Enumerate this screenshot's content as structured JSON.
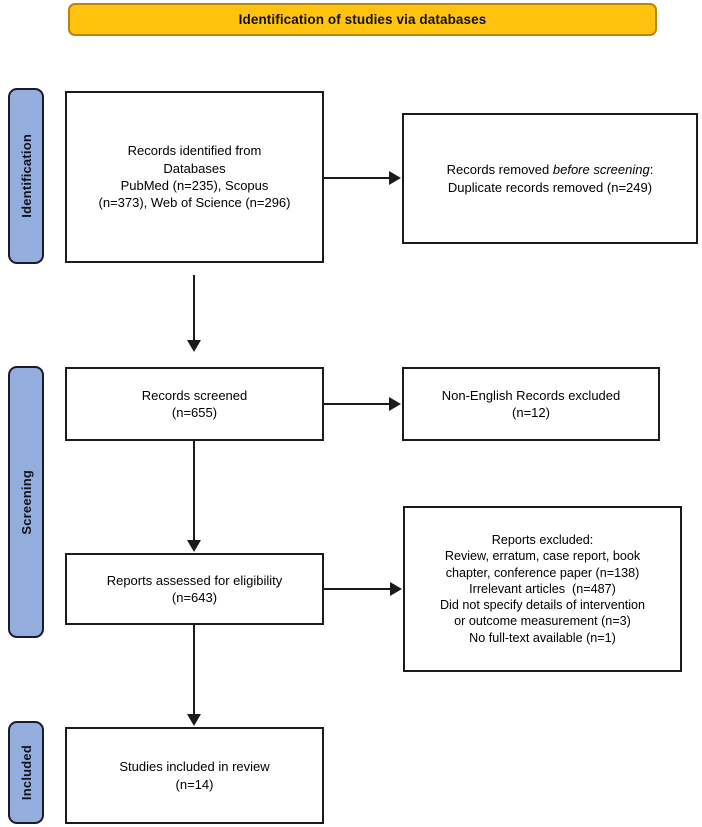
{
  "banner": {
    "label": "Identification of studies via databases"
  },
  "stages": [
    {
      "name": "identification",
      "label": "Identification"
    },
    {
      "name": "screening",
      "label": "Screening"
    },
    {
      "name": "included",
      "label": "Included"
    }
  ],
  "boxes": {
    "identified": {
      "name": "records-identified-box",
      "lines": [
        "Records identified from",
        "Databases",
        "PubMed (n=235), Scopus",
        "(n=373), Web of Science (n=296)"
      ]
    },
    "removed": {
      "name": "records-removed-box",
      "line1_prefix": "Records removed ",
      "line1_italic": "before screening",
      "line1_suffix": ":",
      "line2": "Duplicate records removed (n=249)"
    },
    "screened": {
      "name": "records-screened-box",
      "lines": [
        "Records screened",
        "(n=655)"
      ]
    },
    "non_english": {
      "name": "non-english-excluded-box",
      "lines": [
        "Non-English Records excluded",
        "(n=12)"
      ]
    },
    "eligibility": {
      "name": "reports-assessed-box",
      "lines": [
        "Reports assessed for eligibility",
        "(n=643)"
      ]
    },
    "excluded": {
      "name": "reports-excluded-box",
      "lines": [
        "Reports excluded:",
        "Review, erratum, case report, book",
        "chapter, conference paper (n=138)",
        "Irrelevant articles  (n=487)",
        "Did not specify details of intervention",
        "or outcome measurement (n=3)",
        "No full-text available (n=1)"
      ]
    },
    "included": {
      "name": "studies-included-box",
      "lines": [
        "Studies included in review",
        "(n=14)"
      ]
    }
  },
  "chart_data": {
    "type": "diagram",
    "diagram_kind": "prisma-flow",
    "title": "Identification of studies via databases",
    "stages": [
      "Identification",
      "Screening",
      "Included"
    ],
    "nodes": [
      {
        "id": "identified",
        "stage": "Identification",
        "label": "Records identified from Databases",
        "counts": {
          "PubMed": 235,
          "Scopus": 373,
          "Web of Science": 296
        }
      },
      {
        "id": "removed",
        "stage": "Identification",
        "label": "Records removed before screening: Duplicate records removed",
        "n": 249
      },
      {
        "id": "screened",
        "stage": "Screening",
        "label": "Records screened",
        "n": 655
      },
      {
        "id": "non_english",
        "stage": "Screening",
        "label": "Non-English Records excluded",
        "n": 12
      },
      {
        "id": "eligibility",
        "stage": "Screening",
        "label": "Reports assessed for eligibility",
        "n": 643
      },
      {
        "id": "excluded",
        "stage": "Screening",
        "label": "Reports excluded",
        "reasons": [
          {
            "reason": "Review, erratum, case report, book chapter, conference paper",
            "n": 138
          },
          {
            "reason": "Irrelevant articles",
            "n": 487
          },
          {
            "reason": "Did not specify details of intervention or outcome measurement",
            "n": 3
          },
          {
            "reason": "No full-text available",
            "n": 1
          }
        ]
      },
      {
        "id": "included",
        "stage": "Included",
        "label": "Studies included in review",
        "n": 14
      }
    ],
    "edges": [
      {
        "from": "identified",
        "to": "removed",
        "direction": "right"
      },
      {
        "from": "identified",
        "to": "screened",
        "direction": "down"
      },
      {
        "from": "screened",
        "to": "non_english",
        "direction": "right"
      },
      {
        "from": "screened",
        "to": "eligibility",
        "direction": "down"
      },
      {
        "from": "eligibility",
        "to": "excluded",
        "direction": "right"
      },
      {
        "from": "eligibility",
        "to": "included",
        "direction": "down"
      }
    ],
    "colors": {
      "banner_fill": "#FFC20E",
      "banner_border": "#B8860B",
      "stage_fill": "#93AEDC",
      "stage_border": "#1A1A2E",
      "box_border": "#1B1B1B",
      "box_fill": "#FFFFFF",
      "connector": "#1B1B1B"
    }
  }
}
